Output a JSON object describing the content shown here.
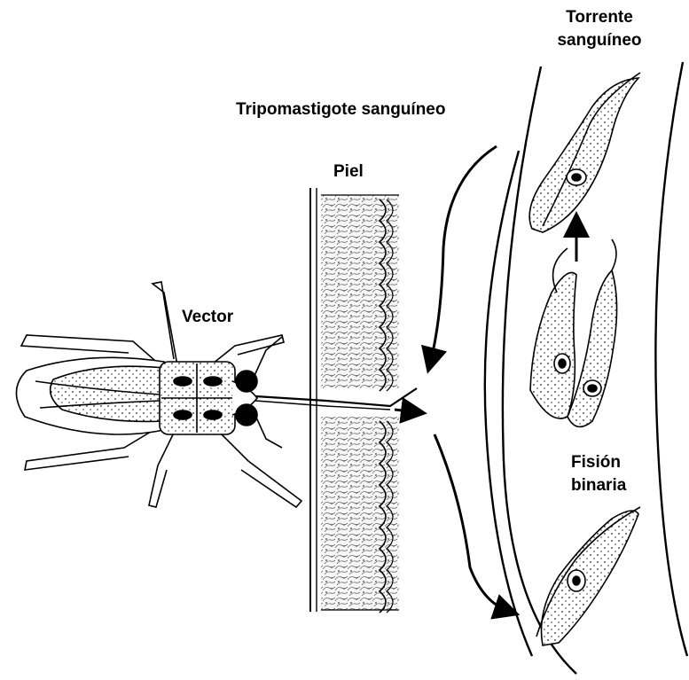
{
  "labels": {
    "torrente_line1": "Torrente",
    "torrente_line2": "sanguíneo",
    "tripomastigote": "Tripomastigote sanguíneo",
    "piel": "Piel",
    "vector": "Vector",
    "fision_line1": "Fisión",
    "fision_line2": "binaria"
  },
  "colors": {
    "ink": "#000000",
    "paper": "#ffffff",
    "shade": "#f2f2f2"
  }
}
